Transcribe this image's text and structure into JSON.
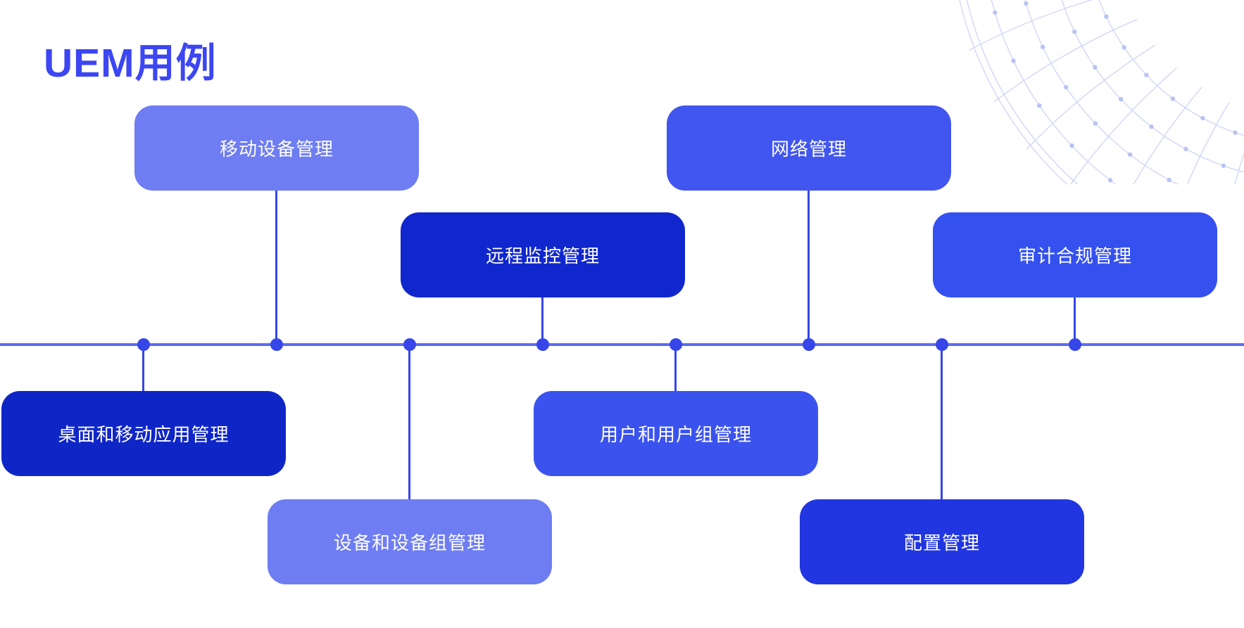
{
  "title": "UEM用例",
  "colors": {
    "title": "#3c46f2",
    "timeline_line": "#5b6cf1",
    "timeline_dot": "#3646e9",
    "connector": "#3646e9",
    "box_text": "#ffffff",
    "globe_stroke": "#cdd4f6",
    "globe_dot": "#b9c3f3"
  },
  "nodes": [
    {
      "label": "桌面和移动应用管理",
      "position": "below-line",
      "color": "#0f26c7"
    },
    {
      "label": "移动设备管理",
      "position": "above-line",
      "color": "#6e7df2"
    },
    {
      "label": "设备和设备组管理",
      "position": "below-line",
      "color": "#6e7df2"
    },
    {
      "label": "远程监控管理",
      "position": "above-line",
      "color": "#1027cd"
    },
    {
      "label": "用户和用户组管理",
      "position": "below-line",
      "color": "#3b53ee"
    },
    {
      "label": "网络管理",
      "position": "above-line",
      "color": "#4156ee"
    },
    {
      "label": "配置管理",
      "position": "below-line",
      "color": "#2136e0"
    },
    {
      "label": "审计合规管理",
      "position": "above-line",
      "color": "#3451f0"
    }
  ]
}
